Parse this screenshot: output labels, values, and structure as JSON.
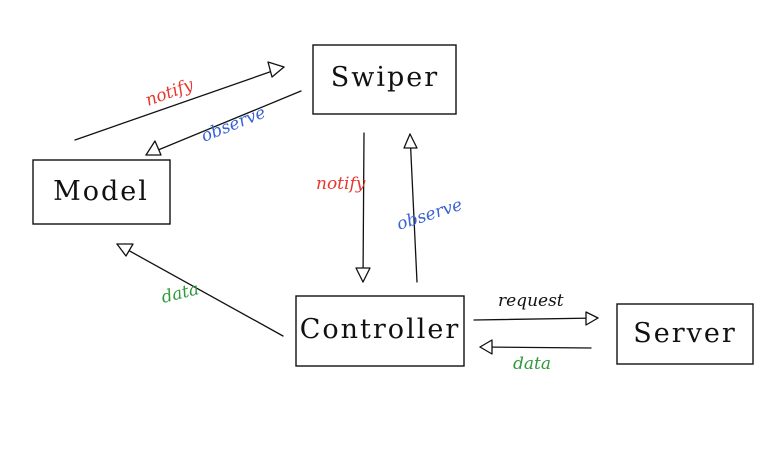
{
  "nodes": {
    "swiper": {
      "label": "Swiper"
    },
    "model": {
      "label": "Model"
    },
    "controller": {
      "label": "Controller"
    },
    "server": {
      "label": "Server"
    }
  },
  "edges": {
    "model_to_swiper": {
      "label": "notify",
      "color": "#e8372e"
    },
    "swiper_to_model": {
      "label": "observe",
      "color": "#3a64d6"
    },
    "swiper_to_controller": {
      "label": "notify",
      "color": "#e8372e"
    },
    "controller_to_swiper": {
      "label": "observe",
      "color": "#3a64d6"
    },
    "controller_to_model": {
      "label": "data",
      "color": "#2f9a3a"
    },
    "controller_to_server": {
      "label": "request",
      "color": "#111111"
    },
    "server_to_controller": {
      "label": "data",
      "color": "#2f9a3a"
    }
  }
}
